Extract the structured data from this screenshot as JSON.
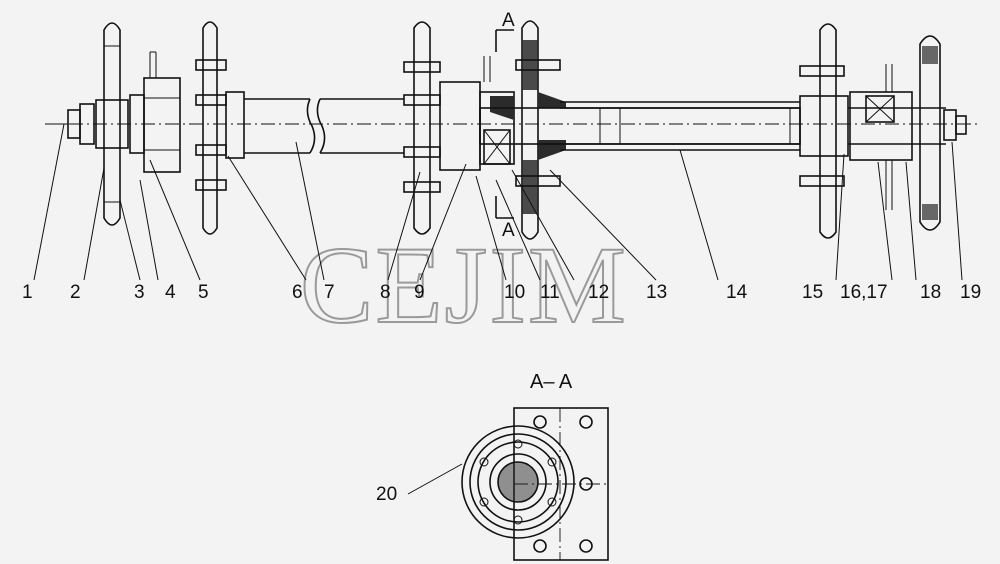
{
  "watermark": "CEJIM",
  "section_title": "A– A",
  "section_marks": [
    "A",
    "A"
  ],
  "callouts": [
    "1",
    "2",
    "3",
    "4",
    "5",
    "6",
    "7",
    "8",
    "9",
    "10",
    "11",
    "12",
    "13",
    "14",
    "15",
    "16,17",
    "18",
    "19",
    "20"
  ]
}
